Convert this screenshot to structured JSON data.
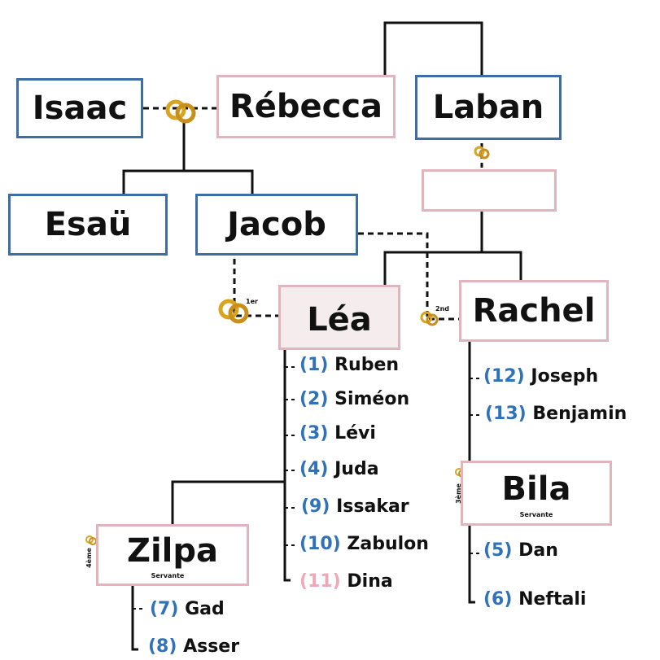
{
  "colors": {
    "male_border": "#3d6da5",
    "female_border": "#e3b3be",
    "number": "#2f72b8",
    "number_daughter": "#eea8b8",
    "ring": "#d9a520"
  },
  "people": {
    "isaac": "Isaac",
    "rebecca": "Rébecca",
    "laban": "Laban",
    "laban_wife": "",
    "esau": "Esaü",
    "jacob": "Jacob",
    "lea": "Léa",
    "rachel": "Rachel",
    "bila": "Bila",
    "bila_role": "Servante",
    "zilpa": "Zilpa",
    "zilpa_role": "Servante"
  },
  "marriage_labels": {
    "first": "1er",
    "second": "2nd",
    "third": "3ème",
    "fourth": "4ème"
  },
  "children_lea": [
    {
      "num": "(1)",
      "name": "Ruben"
    },
    {
      "num": "(2)",
      "name": "Siméon"
    },
    {
      "num": "(3)",
      "name": "Lévi"
    },
    {
      "num": "(4)",
      "name": "Juda"
    },
    {
      "num": "(9)",
      "name": "Issakar"
    },
    {
      "num": "(10)",
      "name": "Zabulon"
    },
    {
      "num": "(11)",
      "name": "Dina"
    }
  ],
  "children_rachel": [
    {
      "num": "(12)",
      "name": "Joseph"
    },
    {
      "num": "(13)",
      "name": "Benjamin"
    }
  ],
  "children_bila": [
    {
      "num": "(5)",
      "name": "Dan"
    },
    {
      "num": "(6)",
      "name": "Neftali"
    }
  ],
  "children_zilpa": [
    {
      "num": "(7)",
      "name": "Gad"
    },
    {
      "num": "(8)",
      "name": "Asser"
    }
  ],
  "icons": {
    "ring": "wedding-rings-icon"
  }
}
